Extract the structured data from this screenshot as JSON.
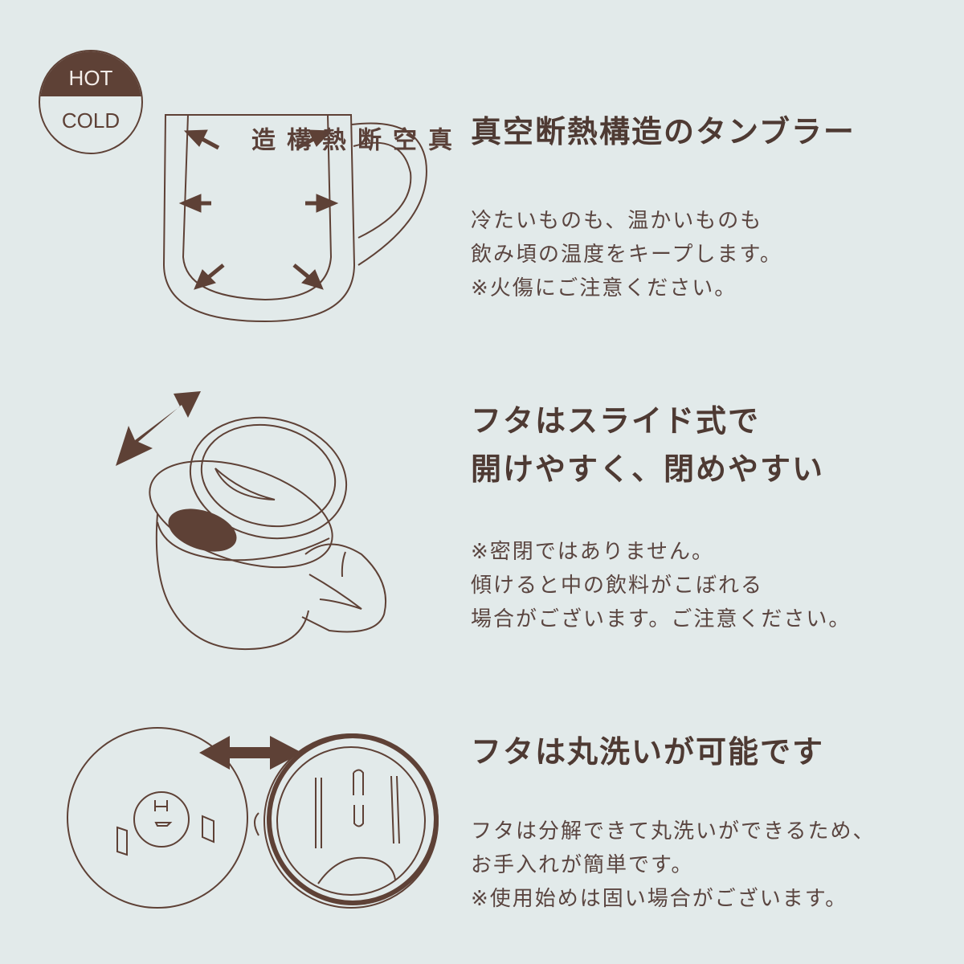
{
  "badge": {
    "hot_label": "HOT",
    "cold_label": "COLD"
  },
  "colors": {
    "background": "#e2eaea",
    "brown": "#5e4136",
    "text": "#4e3a33"
  },
  "sections": [
    {
      "illustration": "vacuum-insulated-mug",
      "illustration_label": "真空断熱構造",
      "title_lines": [
        "真空断熱構造のタンブラー"
      ],
      "body_lines": [
        "冷たいものも、温かいものも",
        "飲み頃の温度をキープします。",
        "※火傷にご注意ください。"
      ]
    },
    {
      "illustration": "mug-with-sliding-lid",
      "title_lines": [
        "フタはスライド式で",
        "開けやすく、閉めやすい"
      ],
      "body_lines": [
        "※密閉ではありません。",
        "傾けると中の飲料がこぼれる",
        "場合がございます。ご注意ください。"
      ]
    },
    {
      "illustration": "disassembled-lid",
      "title_lines": [
        "フタは丸洗いが可能です"
      ],
      "body_lines": [
        "フタは分解できて丸洗いができるため、",
        "お手入れが簡単です。",
        "※使用始めは固い場合がございます。"
      ]
    }
  ]
}
